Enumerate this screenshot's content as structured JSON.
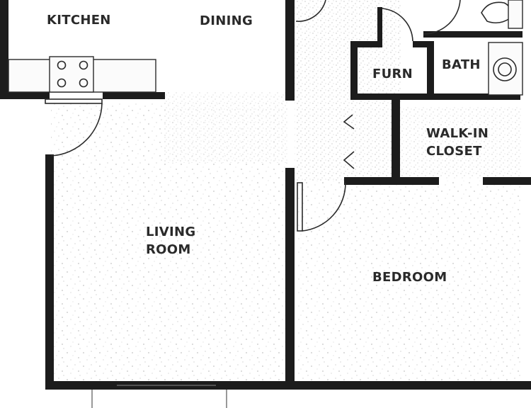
{
  "rooms": {
    "kitchen": "KITCHEN",
    "dining": "DINING",
    "furn": "FURN",
    "bath": "BATH",
    "walkin_closet_line1": "WALK-IN",
    "walkin_closet_line2": "CLOSET",
    "living_line1": "LIVING",
    "living_line2": "ROOM",
    "bedroom": "BEDROOM"
  }
}
